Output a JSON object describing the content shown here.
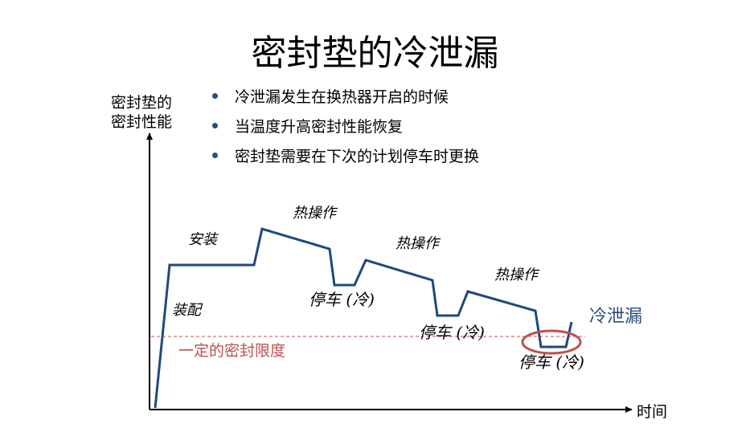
{
  "title": "密封垫的冷泄漏",
  "bullets": [
    "冷泄漏发生在换热器开启的时候",
    "当温度升高密封性能恢复",
    "密封垫需要在下次的计划停车时更换"
  ],
  "axes": {
    "y_label_line1": "密封垫的",
    "y_label_line2": "密封性能",
    "x_label": "时间"
  },
  "annotations": {
    "assembly": "装配",
    "install": "安装",
    "hot_op_1": "热操作",
    "hot_op_2": "热操作",
    "hot_op_3": "热操作",
    "shutdown_1": "停车 (冷)",
    "shutdown_2": "停车 (冷)",
    "shutdown_3": "停车 (冷)",
    "leak": "冷泄漏",
    "limit": "一定的密封限度"
  },
  "colors": {
    "curve": "#1f497d",
    "limit_line": "#c0504d",
    "leak_circle": "#c0504d",
    "leak_text": "#2a4d7a"
  }
}
